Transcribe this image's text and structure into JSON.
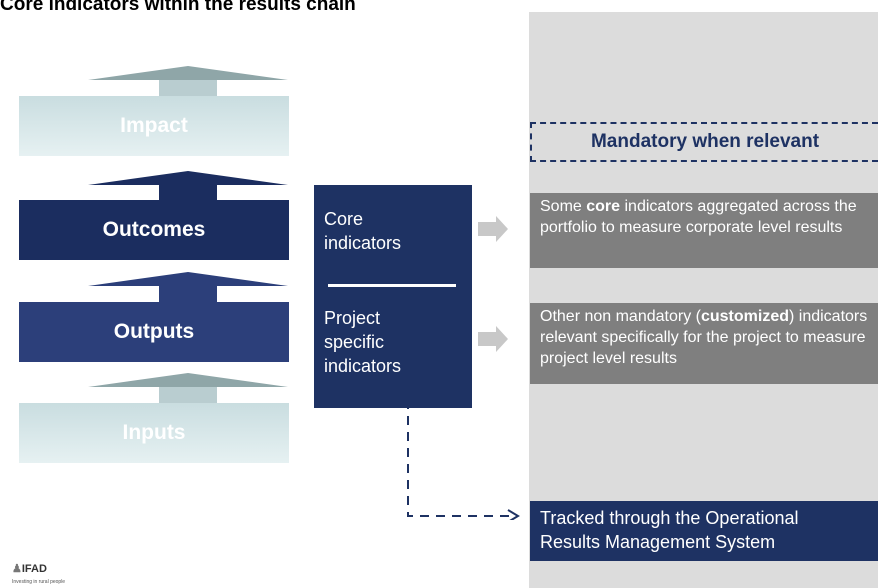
{
  "title": "Core indicators within the results chain",
  "chain": {
    "impact": "Impact",
    "outcomes": "Outcomes",
    "outputs": "Outputs",
    "inputs": "Inputs"
  },
  "indicators": {
    "core_line1": "Core",
    "core_line2": "indicators",
    "project_line1": "Project",
    "project_line2": "specific",
    "project_line3": "indicators"
  },
  "right": {
    "mandatory": "Mandatory when relevant",
    "core_box": {
      "pre": "Some ",
      "bold": "core",
      "post": " indicators aggregated across the portfolio to measure corporate level results"
    },
    "custom_box": {
      "pre": "Other non mandatory (",
      "bold": "customized",
      "post": ") indicators relevant specifically for the project to measure project level results"
    },
    "tracked_line1": "Tracked through the Operational",
    "tracked_line2": "Results Management System"
  },
  "logo": {
    "name": "IFAD",
    "tagline": "Investing in rural people"
  },
  "colors": {
    "navy": "#1b2d5f",
    "blue": "#2c3f7a",
    "light_teal": "#c9dde0",
    "gray_box": "#7f7f7f",
    "panel_gray": "#dcdcdc"
  }
}
